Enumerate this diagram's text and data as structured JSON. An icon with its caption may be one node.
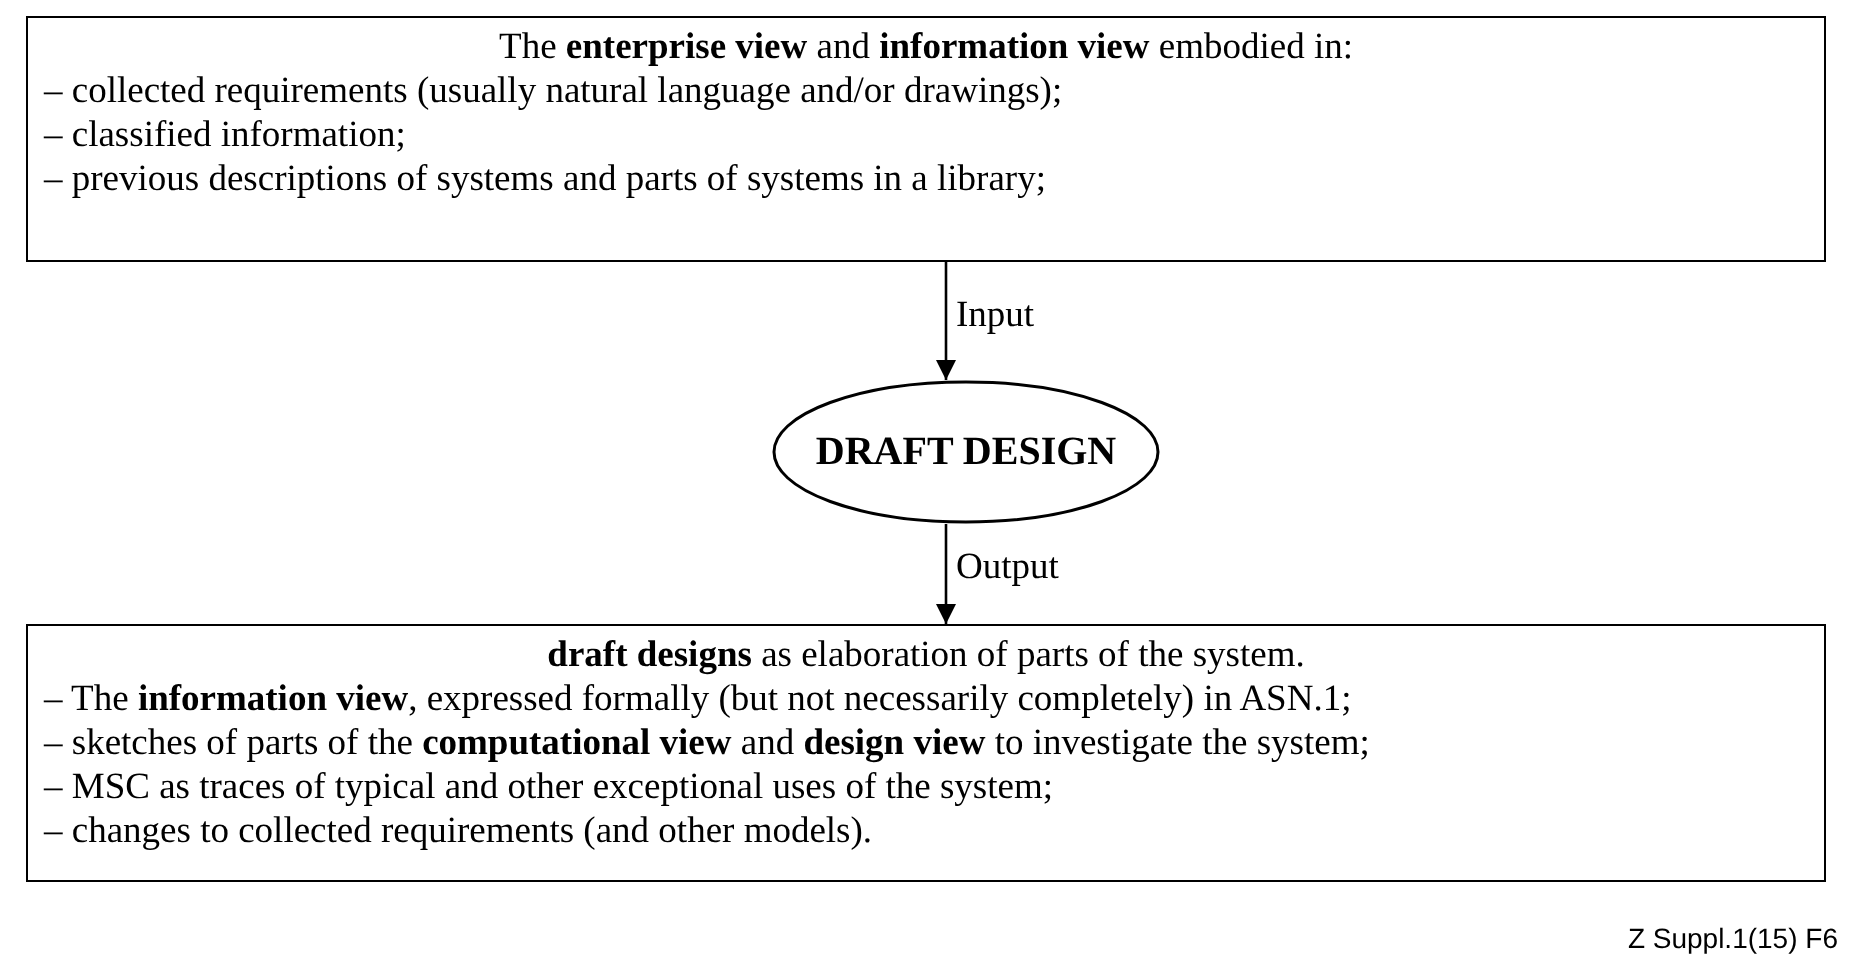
{
  "diagram": {
    "nodes": [
      {
        "text": [
          "The **enterprise view** and **information view** embodied in:",
          "– collected requirements (usually natural language and/or drawings);",
          "– classified information;",
          "– previous descriptions of systems and parts of systems in a library;"
        ]
      },
      {
        "text": [
          "DRAFT DESIGN"
        ]
      },
      {
        "text": [
          "**draft designs** as elaboration of parts of the system.",
          "– The **information view**, expressed formally (but not necessarily completely) in ASN.1;",
          "– sketches of parts of the **computational view** and **design view** to investigate the system;",
          "– MSC as traces of typical and other exceptional uses of the system;",
          "– changes to collected requirements (and other models)."
        ]
      }
    ],
    "edges": [
      {
        "from": 0,
        "to": 1,
        "arrow": "to",
        "label": "Input"
      },
      {
        "from": 1,
        "to": 2,
        "arrow": "to",
        "label": "Output"
      }
    ],
    "labels": [
      "Z Suppl.1(15) F6"
    ]
  }
}
